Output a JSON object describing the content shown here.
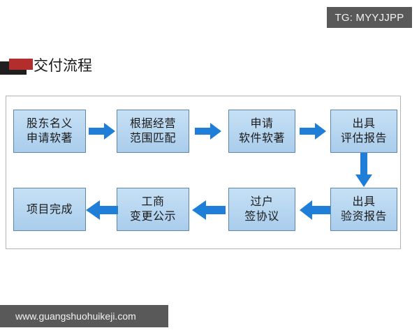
{
  "watermarks": {
    "top_badge": "TG: MYYJJPP",
    "bottom_site": "www.guangshuohuikeji.com"
  },
  "heading": {
    "title": "交付流程",
    "marker_black_color": "#1f1f1f",
    "marker_red_color": "#b32d2d"
  },
  "flow": {
    "node_fill_color": "#b4d5f0",
    "node_border_color": "#5b86ad",
    "arrow_color": "#1f7fd8",
    "panel_border_color": "#b4b4b4",
    "row1": [
      {
        "id": "node-1",
        "line1": "股东名义",
        "line2": "申请软著"
      },
      {
        "id": "node-2",
        "line1": "根据经营",
        "line2": "范围匹配"
      },
      {
        "id": "node-3",
        "line1": "申请",
        "line2": "软件软著"
      },
      {
        "id": "node-4",
        "line1": "出具",
        "line2": "评估报告"
      }
    ],
    "row2": [
      {
        "id": "node-8",
        "line1": "项目完成",
        "line2": ""
      },
      {
        "id": "node-7",
        "line1": "工商",
        "line2": "变更公示"
      },
      {
        "id": "node-6",
        "line1": "过户",
        "line2": "签协议"
      },
      {
        "id": "node-5",
        "line1": "出具",
        "line2": "验资报告"
      }
    ],
    "arrows": [
      {
        "id": "arrow-1-2",
        "direction": "right"
      },
      {
        "id": "arrow-2-3",
        "direction": "right"
      },
      {
        "id": "arrow-3-4",
        "direction": "right"
      },
      {
        "id": "arrow-4-5",
        "direction": "down"
      },
      {
        "id": "arrow-5-6",
        "direction": "left"
      },
      {
        "id": "arrow-6-7",
        "direction": "left"
      },
      {
        "id": "arrow-7-8",
        "direction": "left"
      }
    ]
  }
}
